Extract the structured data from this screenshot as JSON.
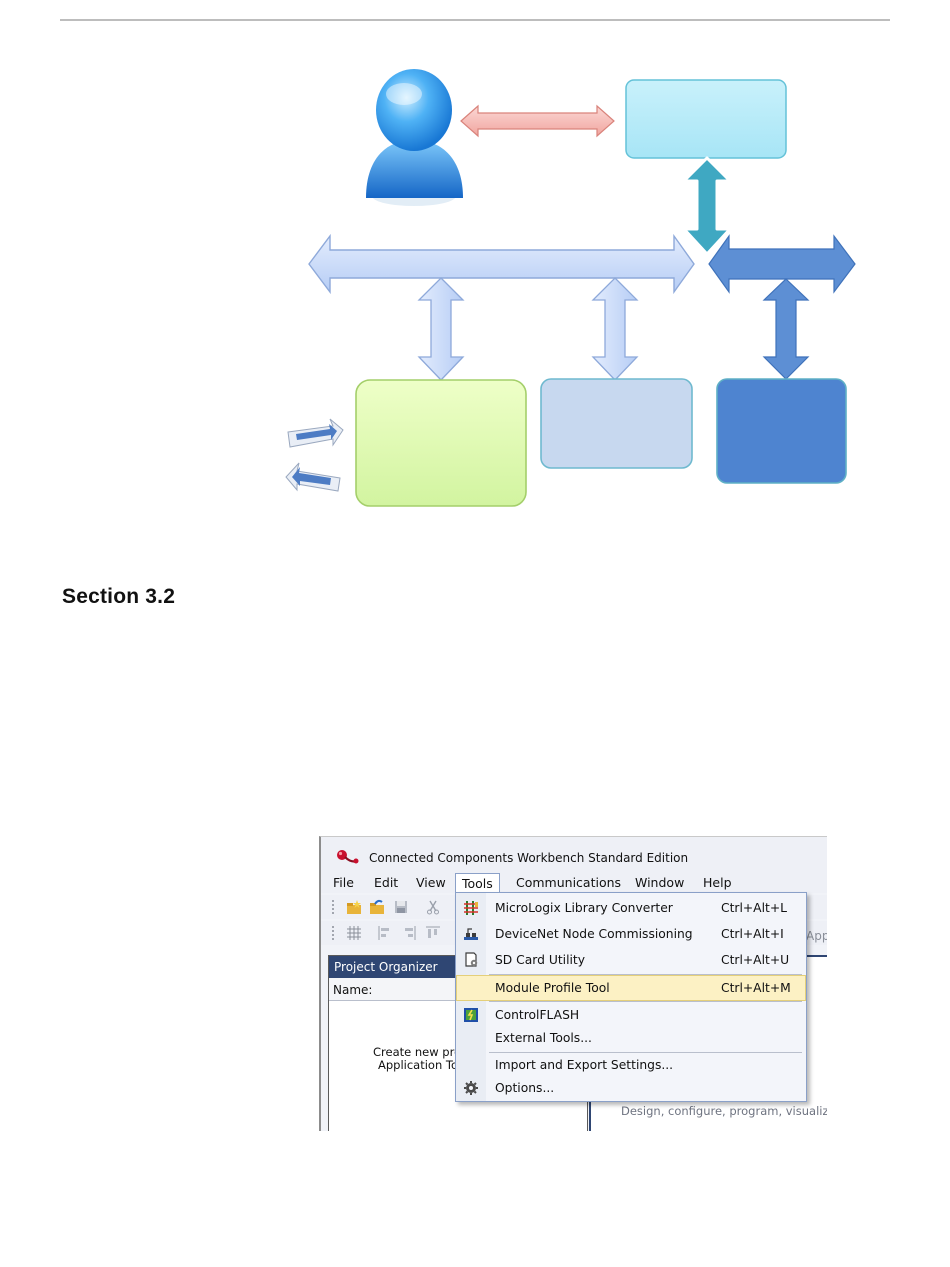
{
  "section": {
    "title": "Section 3.2"
  },
  "screenshot": {
    "app_title": "Connected Components Workbench Standard Edition",
    "menu": [
      {
        "label": "File"
      },
      {
        "label": "Edit"
      },
      {
        "label": "View"
      },
      {
        "label": "Tools",
        "open": true
      },
      {
        "label": "Communications"
      },
      {
        "label": "Window"
      },
      {
        "label": "Help"
      }
    ],
    "tools_menu": [
      {
        "label": "MicroLogix Library Converter",
        "shortcut": "Ctrl+Alt+L",
        "icon": "library-converter-icon"
      },
      {
        "label": "DeviceNet Node Commissioning",
        "shortcut": "Ctrl+Alt+I",
        "icon": "devicenet-icon"
      },
      {
        "label": "SD Card Utility",
        "shortcut": "Ctrl+Alt+U",
        "icon": "sd-card-icon"
      },
      {
        "label": "Module Profile Tool",
        "shortcut": "Ctrl+Alt+M",
        "highlighted": true
      },
      {
        "label": "ControlFLASH",
        "shortcut": "",
        "icon": "controlflash-icon"
      },
      {
        "label": "External Tools...",
        "shortcut": ""
      },
      {
        "label": "Import and Export Settings...",
        "shortcut": ""
      },
      {
        "label": "Options...",
        "shortcut": "",
        "icon": "gear-icon"
      }
    ],
    "project_organizer": {
      "title": "Project Organizer",
      "name_label": "Name:",
      "hint_line1": "Create new proj",
      "hint_line2": "Application Too"
    },
    "app_peek": "App",
    "tagline": "Design, configure, program, visualize a",
    "colors": {
      "panel_header": "#2f4673",
      "highlight": "#fcf1c4",
      "menu_border": "#8aa0c8"
    }
  }
}
